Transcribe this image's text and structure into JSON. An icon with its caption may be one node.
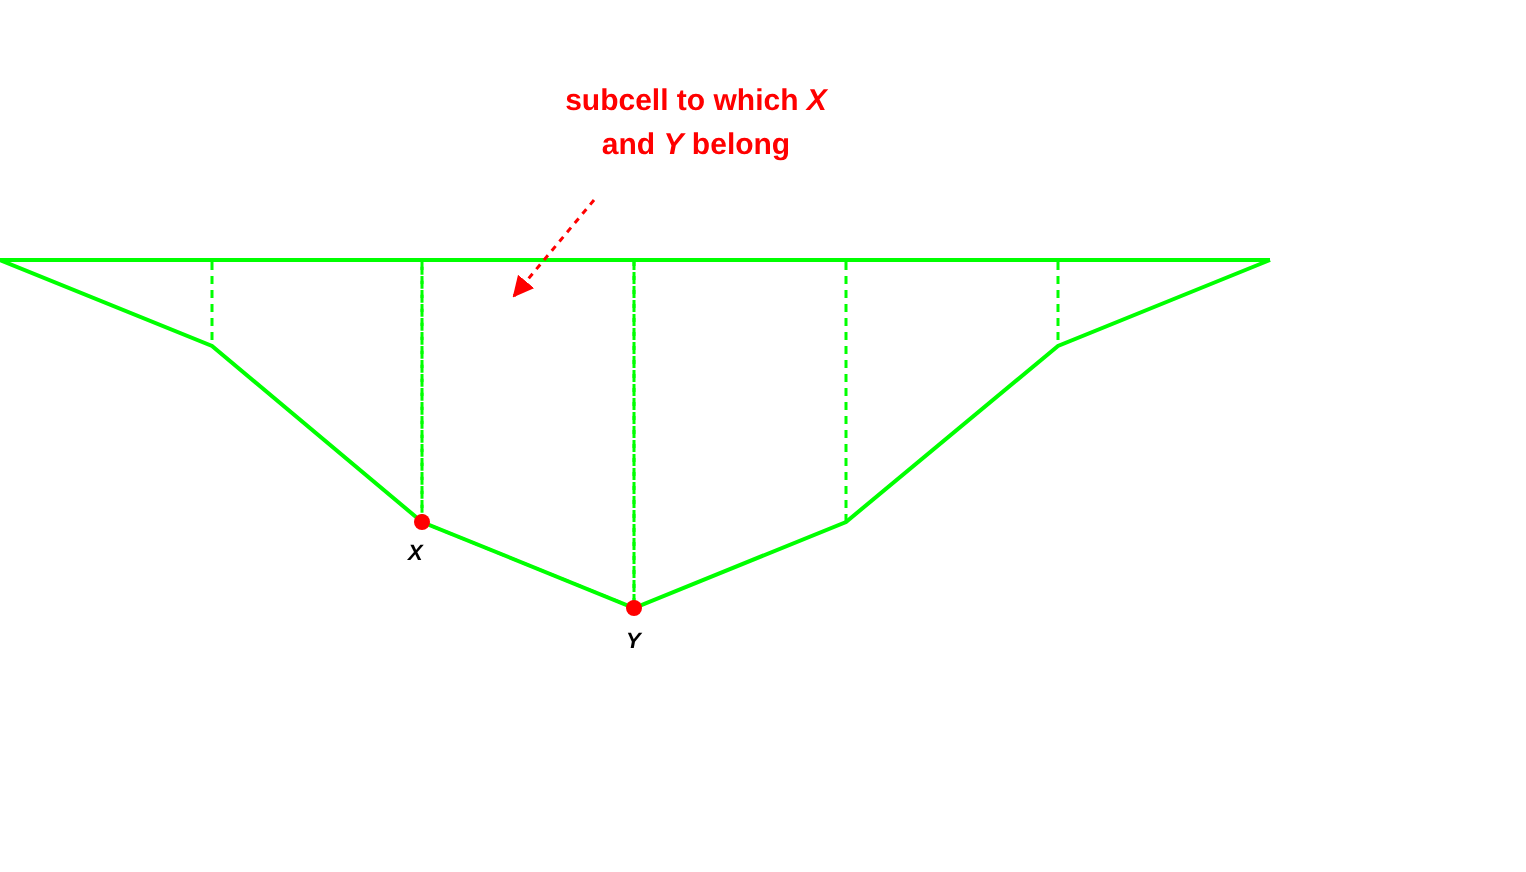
{
  "diagram": {
    "nodes": [
      {
        "text": [
          "subcell to which *X* and *Y* belong"
        ]
      },
      {
        "text": [],
        "shape": "box"
      }
    ],
    "edges": [
      {
        "from": 0,
        "to": 1,
        "arrow": "to",
        "style": "dashed",
        "color": "#ff0000"
      }
    ],
    "labels": [
      "X",
      "Y"
    ]
  }
}
